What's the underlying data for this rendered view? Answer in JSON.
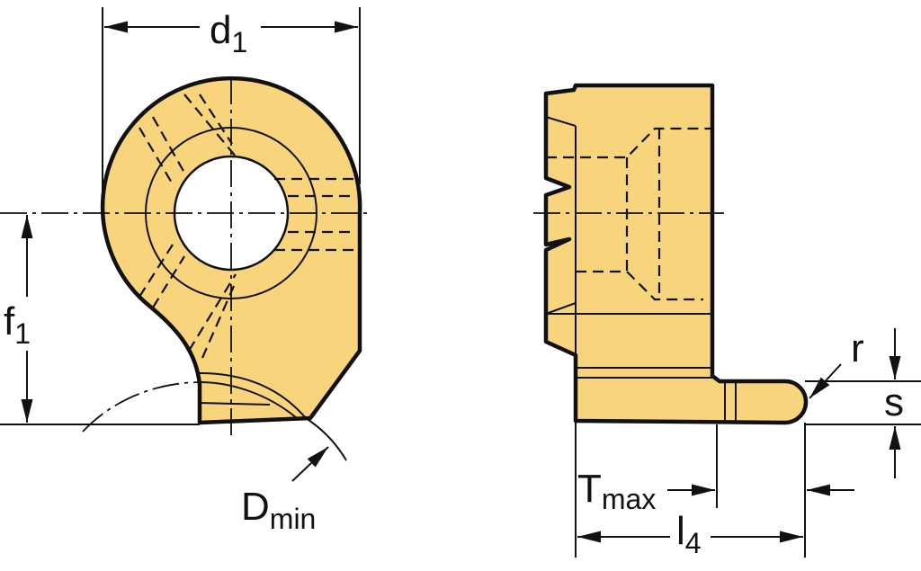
{
  "colors": {
    "insert_fill": "#F8D47C",
    "line": "#111111"
  },
  "labels": {
    "d1": {
      "main": "d",
      "sub": "1"
    },
    "f1": {
      "main": "f",
      "sub": "1"
    },
    "dmin": {
      "main": "D",
      "sub": "min"
    },
    "tmax": {
      "main": "T",
      "sub": "max"
    },
    "l4": {
      "main": "l",
      "sub": "4"
    },
    "r": "r",
    "s": "s"
  }
}
